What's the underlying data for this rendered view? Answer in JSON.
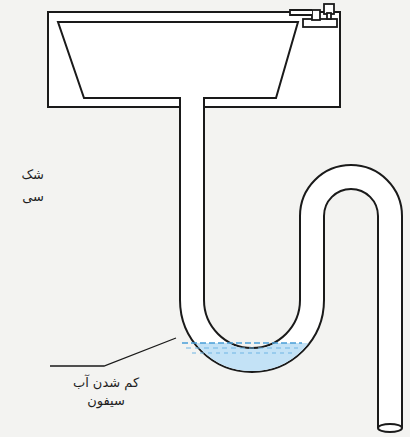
{
  "diagram": {
    "labels": [
      "شک",
      "سی",
      "کم شدن آب سیفون"
    ]
  }
}
